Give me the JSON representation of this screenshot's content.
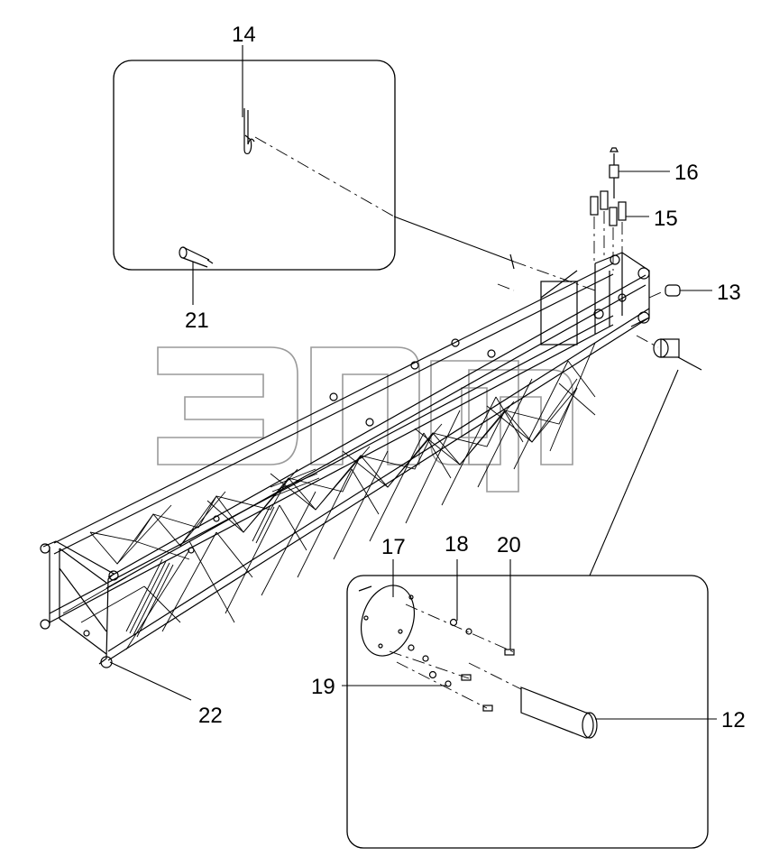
{
  "callouts": {
    "c12": "12",
    "c13": "13",
    "c14": "14",
    "c15": "15",
    "c16": "16",
    "c17": "17",
    "c18": "18",
    "c19": "19",
    "c20": "20",
    "c21": "21",
    "c22": "22"
  },
  "watermark": {
    "color": "#9a9a9a"
  }
}
